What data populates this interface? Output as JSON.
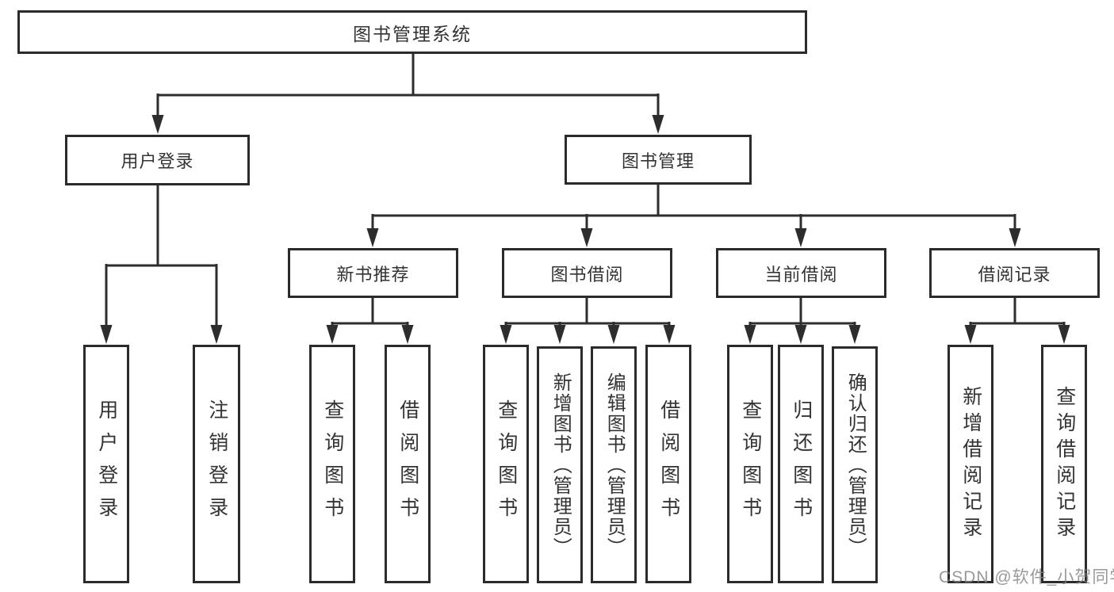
{
  "diagram": {
    "type": "tree",
    "background": "#ffffff",
    "line_color": "#2d2d2d",
    "text_color": "#333333",
    "watermark": {
      "text": "CSDN @软件_小贺同学",
      "color": "#8c8c8c"
    },
    "root": {
      "label": "图书管理系统"
    },
    "level1": [
      {
        "label": "用户登录",
        "parent": "图书管理系统"
      },
      {
        "label": "图书管理",
        "parent": "图书管理系统"
      }
    ],
    "level2": [
      {
        "label": "新书推荐",
        "parent": "图书管理"
      },
      {
        "label": "图书借阅",
        "parent": "图书管理"
      },
      {
        "label": "当前借阅",
        "parent": "图书管理"
      },
      {
        "label": "借阅记录",
        "parent": "图书管理"
      }
    ],
    "leaves": [
      {
        "label": "用户登录",
        "parent": "用户登录"
      },
      {
        "label": "注销登录",
        "parent": "用户登录"
      },
      {
        "label": "查询图书",
        "parent": "新书推荐"
      },
      {
        "label": "借阅图书",
        "parent": "新书推荐"
      },
      {
        "label": "查询图书",
        "parent": "图书借阅"
      },
      {
        "label": "新增图书（管理员）",
        "parent": "图书借阅"
      },
      {
        "label": "编辑图书（管理员）",
        "parent": "图书借阅"
      },
      {
        "label": "借阅图书",
        "parent": "图书借阅"
      },
      {
        "label": "查询图书",
        "parent": "当前借阅"
      },
      {
        "label": "归还图书",
        "parent": "当前借阅"
      },
      {
        "label": "确认归还（管理员）",
        "parent": "当前借阅"
      },
      {
        "label": "新增借阅记录",
        "parent": "借阅记录"
      },
      {
        "label": "查询借阅记录",
        "parent": "借阅记录"
      }
    ]
  }
}
